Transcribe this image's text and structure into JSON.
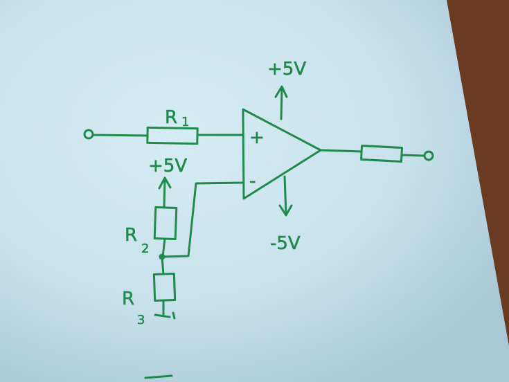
{
  "colors": {
    "ink": "#1f8a4a",
    "paper": "#cfe6ef",
    "table": "#6b3a22"
  },
  "labels": {
    "r1": {
      "letter": "R",
      "subscript": "1"
    },
    "r2": {
      "letter": "R",
      "subscript": "2"
    },
    "r3": {
      "letter": "R",
      "subscript": "3"
    },
    "plus_input": "+",
    "minus_input": "-",
    "supply_top": "+5V",
    "supply_bottom": "-5V",
    "divider_supply": "+5V"
  }
}
